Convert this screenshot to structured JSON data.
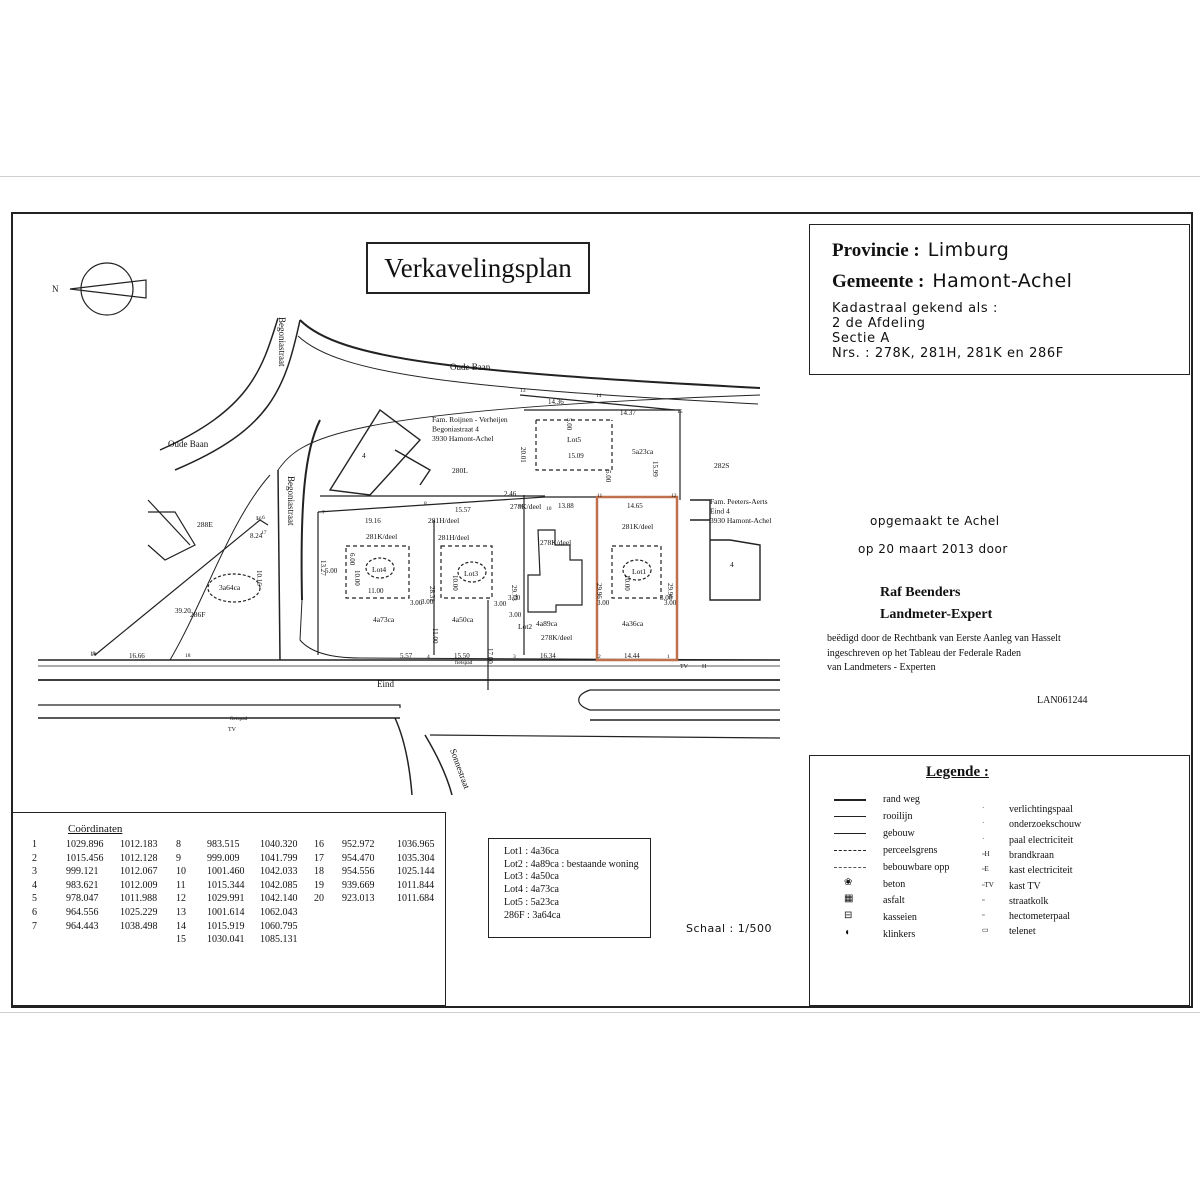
{
  "title": "Verkavelingsplan",
  "header": {
    "province_label": "Provincie :",
    "province_value": "Limburg",
    "municipality_label": "Gemeente :",
    "municipality_value": "Hamont-Achel",
    "cadastral_line1": "Kadastraal gekend als :",
    "cadastral_line2": "2 de Afdeling",
    "cadastral_line3": "Sectie A",
    "cadastral_line4": "Nrs. : 278K, 281H, 281K en 286F"
  },
  "made_at": "opgemaakt te Achel",
  "made_on": "op 20 maart 2013 door",
  "surveyor_name": "Raf Beenders",
  "surveyor_title": "Landmeter-Expert",
  "oath_lines": [
    "beëdigd door de Rechtbank van Eerste Aanleg van Hasselt",
    "ingeschreven op het Tableau der Federale Raden",
    "van Landmeters - Experten"
  ],
  "reference": "LAN061244",
  "coordinates": {
    "title": "Coördinaten",
    "rows": [
      [
        "1",
        "1029.896",
        "1012.183"
      ],
      [
        "2",
        "1015.456",
        "1012.128"
      ],
      [
        "3",
        "999.121",
        "1012.067"
      ],
      [
        "4",
        "983.621",
        "1012.009"
      ],
      [
        "5",
        "978.047",
        "1011.988"
      ],
      [
        "6",
        "964.556",
        "1025.229"
      ],
      [
        "7",
        "964.443",
        "1038.498"
      ],
      [
        "8",
        "983.515",
        "1040.320"
      ],
      [
        "9",
        "999.009",
        "1041.799"
      ],
      [
        "10",
        "1001.460",
        "1042.033"
      ],
      [
        "11",
        "1015.344",
        "1042.085"
      ],
      [
        "12",
        "1029.991",
        "1042.140"
      ],
      [
        "13",
        "1001.614",
        "1062.043"
      ],
      [
        "14",
        "1015.919",
        "1060.795"
      ],
      [
        "15",
        "1030.041",
        "1085.131"
      ],
      [
        "16",
        "952.972",
        "1036.965"
      ],
      [
        "17",
        "954.470",
        "1035.304"
      ],
      [
        "18",
        "954.556",
        "1025.144"
      ],
      [
        "19",
        "939.669",
        "1011.844"
      ],
      [
        "20",
        "923.013",
        "1011.684"
      ]
    ]
  },
  "lots": [
    "Lot1 : 4a36ca",
    "Lot2 : 4a89ca : bestaande woning",
    "Lot3 : 4a50ca",
    "Lot4 : 4a73ca",
    "Lot5 : 5a23ca",
    "286F : 3a64ca"
  ],
  "scale": "Schaal : 1/500",
  "legend": {
    "title": "Legende :",
    "left_items": [
      "rand weg",
      "rooilijn",
      "gebouw",
      "perceelsgrens",
      "bebouwbare opp",
      "beton",
      "asfalt",
      "kasseien",
      "klinkers"
    ],
    "right_items": [
      "verlichtingspaal",
      "onderzoekschouw",
      "paal electriciteit",
      "brandkraan",
      "kast electriciteit",
      "kast TV",
      "straatkolk",
      "hectometerpaal",
      "telenet"
    ]
  },
  "map": {
    "north": "N",
    "streets": [
      "Oude Baan",
      "Oude Baan",
      "Begoniastraat",
      "Begoniastraat",
      "Eind",
      "Sonnestraat"
    ],
    "neighbours": [
      [
        "Fam. Roijnen - Verheijen",
        "Begoniastraat 4",
        "3930 Hamont-Achel"
      ],
      [
        "Fam. Peeters-Aerts",
        "Eind 4",
        "3930 Hamont-Achel"
      ]
    ],
    "parcels": [
      "280L",
      "282S",
      "288E",
      "286F",
      "281K/deel",
      "281H/deel",
      "278K/deel",
      "281K/deel",
      "281H/deel",
      "278K/deel",
      "5a23ca",
      "278K/deel"
    ],
    "lot_labels": [
      "Lot1",
      "Lot3",
      "Lot4",
      "Lot5",
      "Lot2"
    ],
    "lot_areas": [
      "4a36ca",
      "4a50ca",
      "4a73ca",
      "4a89ca",
      "3a64ca"
    ],
    "house_numbers": [
      "4",
      "4"
    ],
    "dims": [
      "14.36",
      "14.37",
      "5.00",
      "20.01",
      "15.09",
      "5.00",
      "15.99",
      "2.46",
      "13.88",
      "14.65",
      "19.16",
      "15.57",
      "6.00",
      "5.00",
      "10.00",
      "11.00",
      "3.00",
      "28.31",
      "10.00",
      "3.00",
      "29.73",
      "3.00",
      "29.96",
      "10.00",
      "3.00",
      "29.96",
      "14.44",
      "5.57",
      "15.50",
      "16.34",
      "11.00",
      "17.00",
      "16.66",
      "39.20",
      "10.16",
      "13.27",
      "8.24",
      "3.00",
      "3.00",
      "3.00",
      "3.00"
    ],
    "point_numbers": [
      "13",
      "14",
      "15",
      "12",
      "11",
      "10",
      "9",
      "8",
      "7",
      "6",
      "5",
      "4",
      "3",
      "2",
      "1",
      "16",
      "17",
      "18",
      "19",
      "20"
    ],
    "misc": [
      "fietspad",
      "fietspad",
      "TV",
      "TV",
      "H"
    ]
  },
  "colors": {
    "highlight": "#c0704a",
    "ink": "#222222"
  }
}
